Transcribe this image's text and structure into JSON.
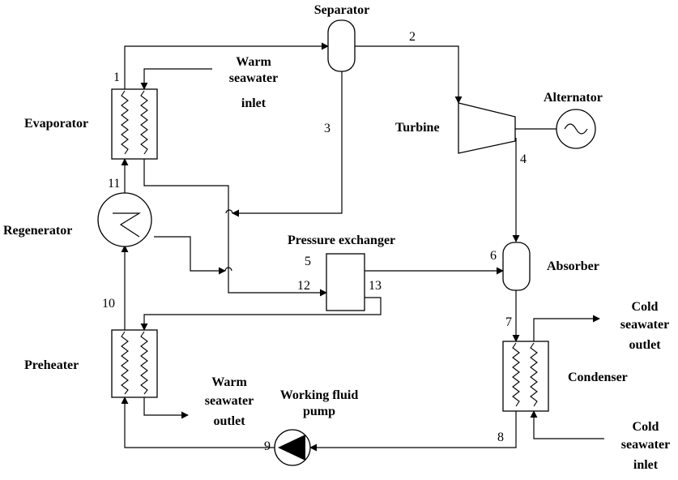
{
  "components": {
    "separator": "Separator",
    "turbine": "Turbine",
    "alternator": "Alternator",
    "evaporator": "Evaporator",
    "regenerator": "Regenerator",
    "pressure_exchanger": "Pressure exchanger",
    "absorber": "Absorber",
    "condenser": "Condenser",
    "preheater": "Preheater",
    "pump": [
      "Working fluid",
      "pump"
    ]
  },
  "streams": {
    "warm_in": [
      "Warm",
      "seawater",
      "inlet"
    ],
    "warm_out": [
      "Warm",
      "seawater",
      "outlet"
    ],
    "cold_out": [
      "Cold",
      "seawater",
      "outlet"
    ],
    "cold_in": [
      "Cold",
      "seawater",
      "inlet"
    ]
  },
  "state_points": [
    "1",
    "2",
    "3",
    "4",
    "5",
    "6",
    "7",
    "8",
    "9",
    "10",
    "11",
    "12",
    "13"
  ]
}
